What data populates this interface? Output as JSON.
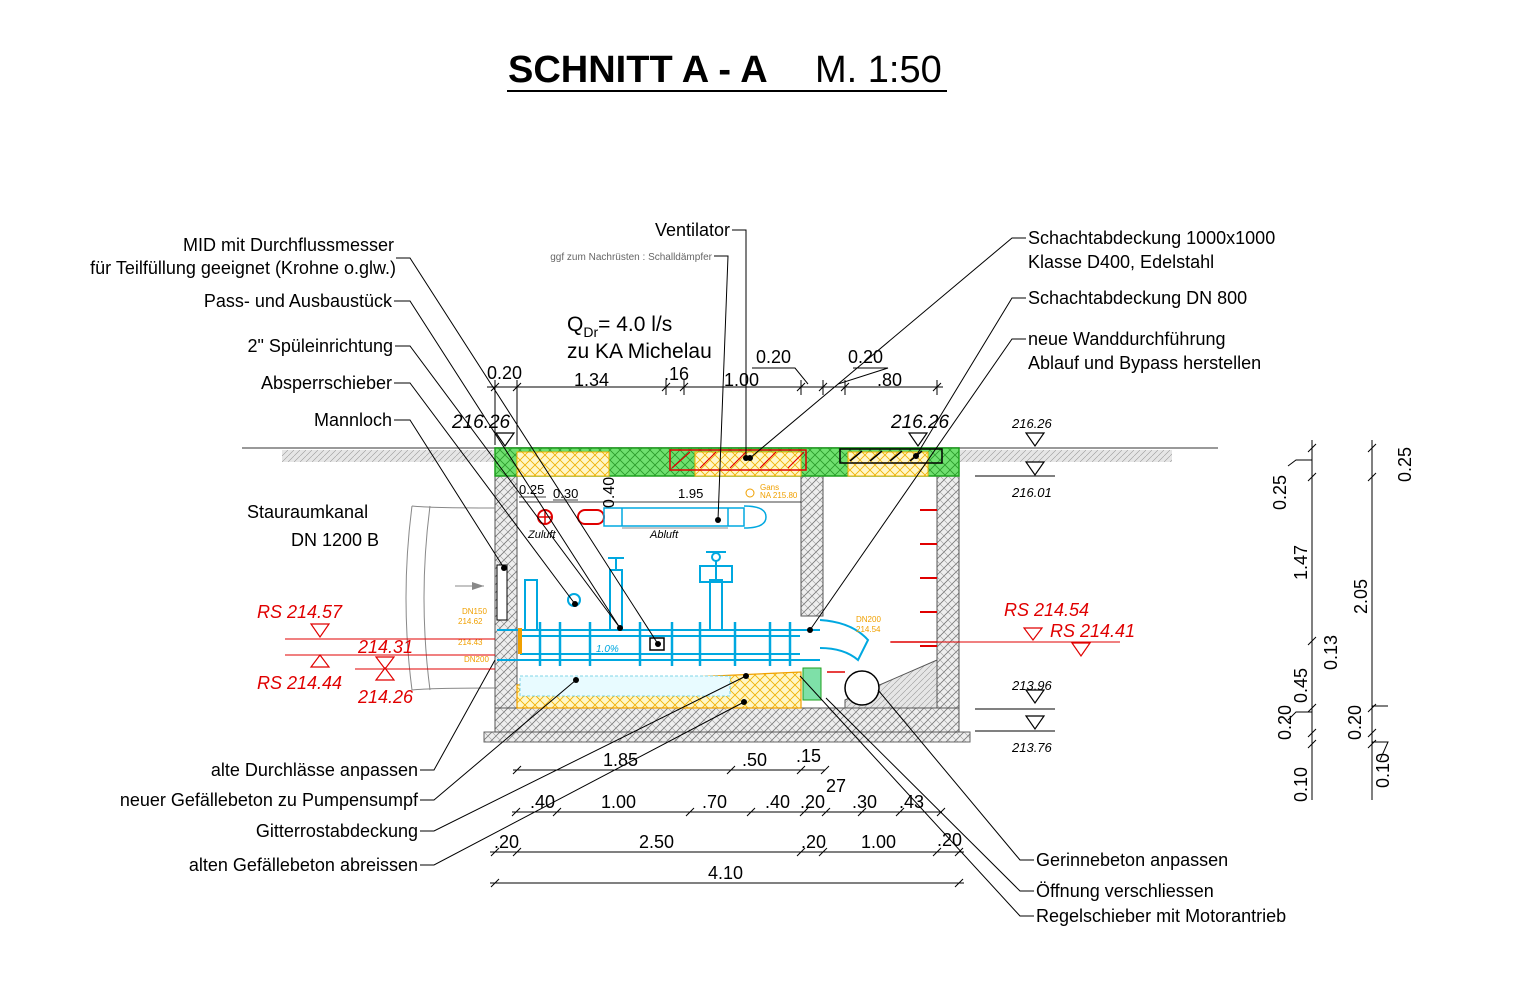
{
  "title": {
    "main": "SCHNITT A - A",
    "scale": "M. 1:50"
  },
  "flow": {
    "q": "Q",
    "q_sub": "Dr",
    "q_value": "= 4.0 l/s",
    "to": "zu KA Michelau"
  },
  "labels_left": [
    "MID mit Durchflussmesser",
    "für Teilfüllung geeignet (Krohne o.glw.)",
    "Pass- und Ausbaustück",
    "2\" Spüleinrichtung",
    "Absperrschieber",
    "Mannloch"
  ],
  "labels_top": {
    "ventilator": "Ventilator",
    "silencer": "ggf zum Nachrüsten : Schalldämpfer"
  },
  "labels_right": [
    "Schachtabdeckung 1000x1000",
    "Klasse D400, Edelstahl",
    "Schachtabdeckung  DN 800",
    "neue Wanddurchführung",
    "Ablauf und Bypass herstellen"
  ],
  "labels_bottom_left": [
    "alte Durchlässe anpassen",
    "neuer Gefällebeton zu Pumpensumpf",
    "Gitterrostabdeckung",
    "alten Gefällebeton abreissen"
  ],
  "labels_bottom_right": [
    "Gerinnebeton anpassen",
    "Öffnung verschliessen",
    "Regelschieber mit Motorantrieb"
  ],
  "channel": {
    "line1": "Stauraumkanal",
    "line2": "DN 1200 B"
  },
  "levels": {
    "top_left": "216.26",
    "top_mid": "216.26",
    "top_right": "216.26",
    "cover_bottom": "216.01",
    "floor_upper": "213.96",
    "floor_lower": "213.76",
    "rs_left_top": "RS 214.57",
    "rs_left_bottom": "RS 214.44",
    "lvl_214_31": "214.31",
    "lvl_214_26": "214.26",
    "rs_right_top": "RS 214.54",
    "rs_right_bottom": "RS 214.41"
  },
  "dims_top": [
    "0.20",
    "1.34",
    ".16",
    "1.00",
    "0.20",
    "0.20",
    ".80"
  ],
  "dims_inner": [
    "0.25",
    "0.30",
    "0.40",
    "1.95"
  ],
  "inner_labels": {
    "zuluft": "Zuluft",
    "abluft": "Abluft",
    "slope": "1.0%"
  },
  "small_notes": [
    "DN150",
    "214.62",
    "214.43",
    "DN200",
    "DN200",
    "214.54",
    "Gans",
    "NA 215.80"
  ],
  "dims_bottom_row1": [
    "1.85",
    ".50",
    ".15"
  ],
  "dims_bottom_row2": [
    ".40",
    "1.00",
    ".70",
    ".40",
    ".20",
    "27",
    ".30",
    ".43"
  ],
  "dims_bottom_row3": [
    ".20",
    "2.50",
    ".20",
    "1.00",
    ".20"
  ],
  "dims_bottom_total": "4.10",
  "dims_vert_a": [
    "0.25",
    "1.47",
    "0.45",
    "0.20",
    "0.10"
  ],
  "dims_vert_b": [
    "0.25",
    "2.05",
    "0.13",
    "0.20",
    "0.10"
  ]
}
